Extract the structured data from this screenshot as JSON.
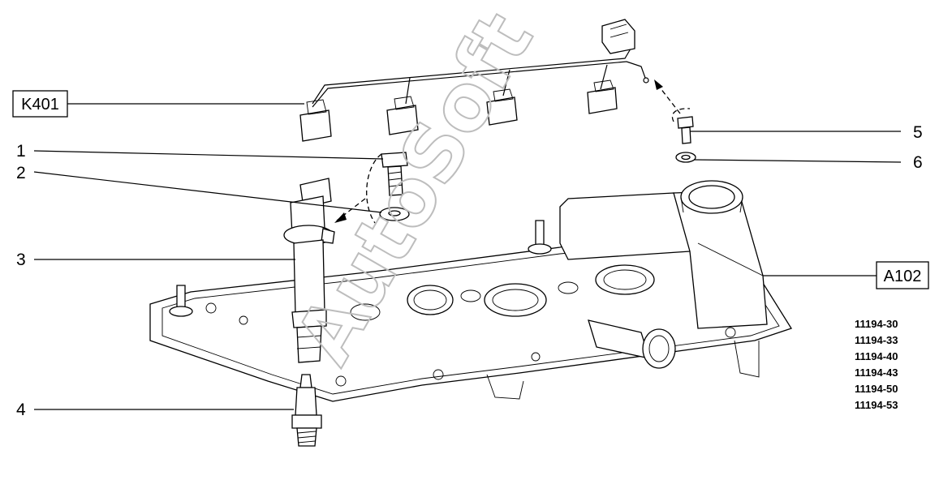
{
  "boxes": {
    "harness": "K401",
    "cover": "A102"
  },
  "callouts": [
    "1",
    "2",
    "3",
    "4",
    "5",
    "6"
  ],
  "part_numbers": [
    "11194-30",
    "11194-33",
    "11194-40",
    "11194-43",
    "11194-50",
    "11194-53"
  ],
  "watermark": "AutoSoft"
}
